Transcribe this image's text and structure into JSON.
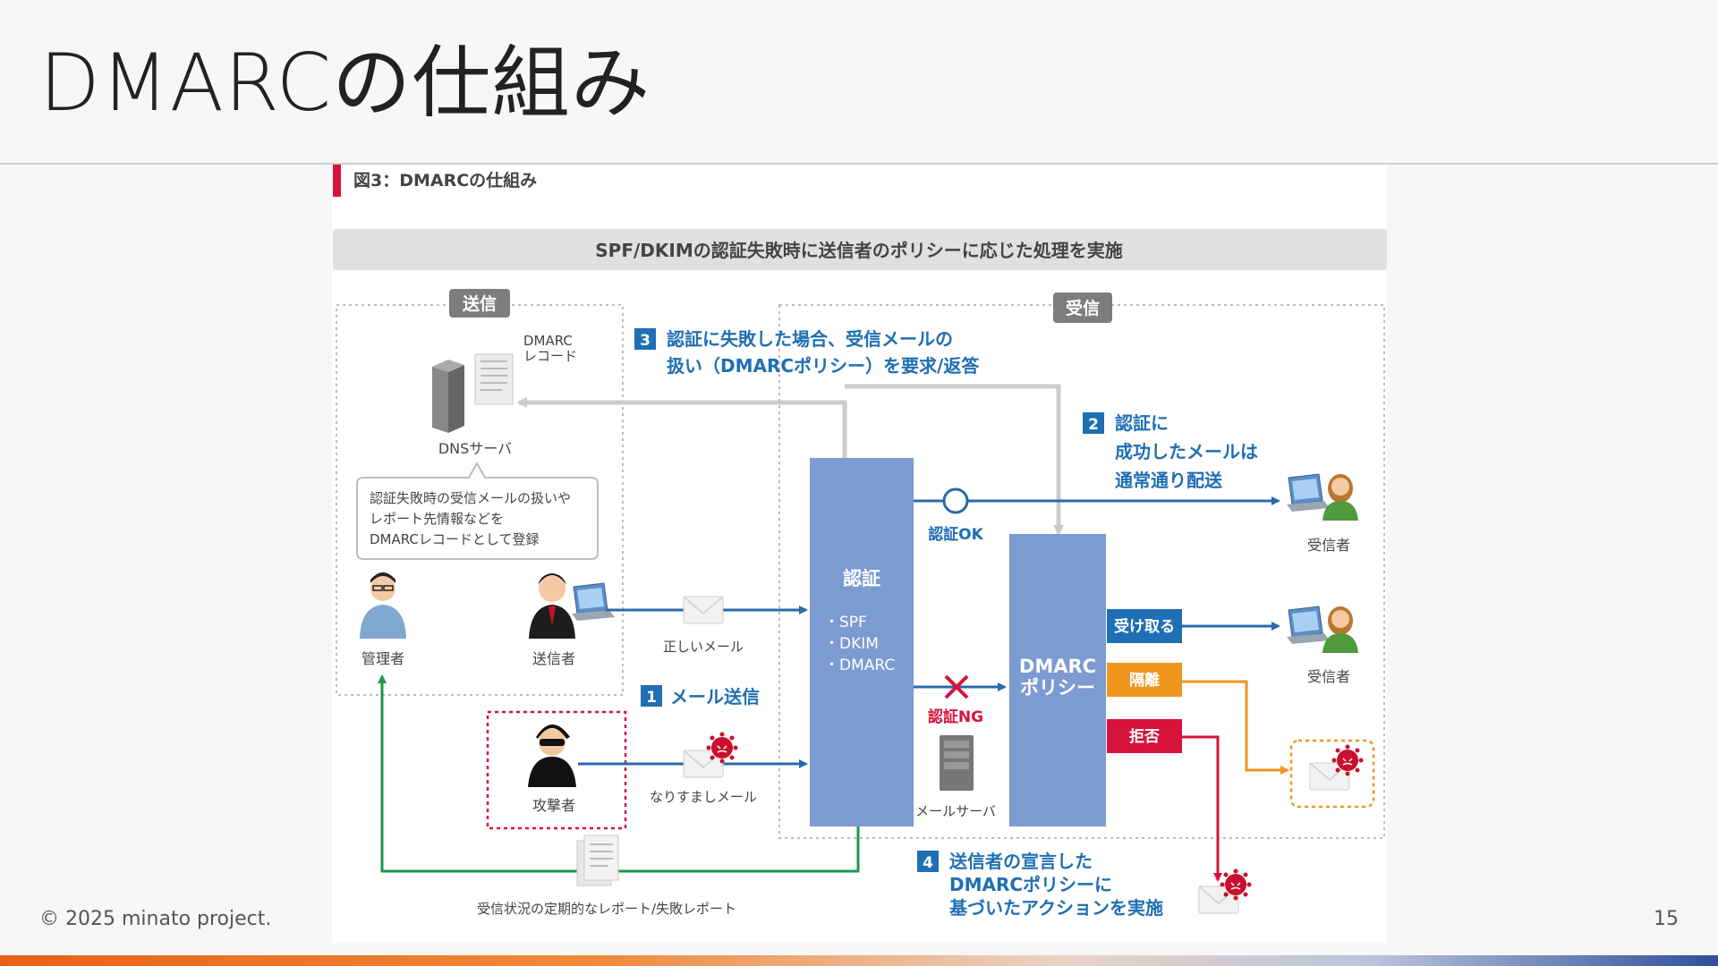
{
  "slide": {
    "title": "DMARCの仕組み",
    "copyright": "© 2025 minato project.",
    "page_number": "15"
  },
  "figure": {
    "caption": "図3：DMARCの仕組み",
    "banner": "SPF/DKIMの認証失敗時に送信者のポリシーに応じた処理を実施",
    "zone_send": "送信",
    "zone_receive": "受信",
    "dmarc_record_line1": "DMARC",
    "dmarc_record_line2": "レコード",
    "dns_server": "DNSサーバ",
    "callout_lines": [
      "認証失敗時の受信メールの扱いや",
      "レポート先情報などを",
      "DMARCレコードとして登録"
    ],
    "admin": "管理者",
    "sender": "送信者",
    "attacker": "攻撃者",
    "correct_mail": "正しいメール",
    "spoof_mail": "なりすましメール",
    "step1_num": "1",
    "step1_text": "メール送信",
    "step2_num": "2",
    "step2_lines": [
      "認証に",
      "成功したメールは",
      "通常通り配送"
    ],
    "step3_num": "3",
    "step3_lines": [
      "認証に失敗した場合、受信メールの",
      "扱い（DMARCポリシー）を要求/返答"
    ],
    "step4_num": "4",
    "step4_lines": [
      "送信者の宣言した",
      "DMARCポリシーに",
      "基づいたアクションを実施"
    ],
    "auth_title": "認証",
    "auth_items": [
      "・SPF",
      "・DKIM",
      "・DMARC"
    ],
    "auth_ok": "認証OK",
    "auth_ng": "認証NG",
    "mail_server": "メールサーバ",
    "policy_line1": "DMARC",
    "policy_line2": "ポリシー",
    "action_accept": "受け取る",
    "action_quarantine": "隔離",
    "action_reject": "拒否",
    "receiver_1": "受信者",
    "receiver_2": "受信者",
    "report": "受信状況の定期的なレポート/失敗レポート"
  },
  "colors": {
    "accent_red": "#d6133c",
    "blue_text": "#1f6fb4",
    "box_blue": "#7b9bd1",
    "flow_blue": "#2a6aaa",
    "accept_blue": "#1f6fb4",
    "quarantine_orange": "#f0961e",
    "reject_red": "#d6133c",
    "report_green": "#1a9a4a",
    "gray_arrow": "#cccccc",
    "bottom_bar_start": "#e8601c",
    "bottom_bar_end": "#2f4f9a"
  },
  "icons": [
    "dns-server-icon",
    "admin-person-icon",
    "sender-person-icon",
    "laptop-icon",
    "attacker-person-icon",
    "envelope-icon",
    "virus-icon",
    "mail-server-icon",
    "receiver-person-icon",
    "report-document-icon",
    "ok-circle-icon",
    "ng-cross-icon"
  ]
}
